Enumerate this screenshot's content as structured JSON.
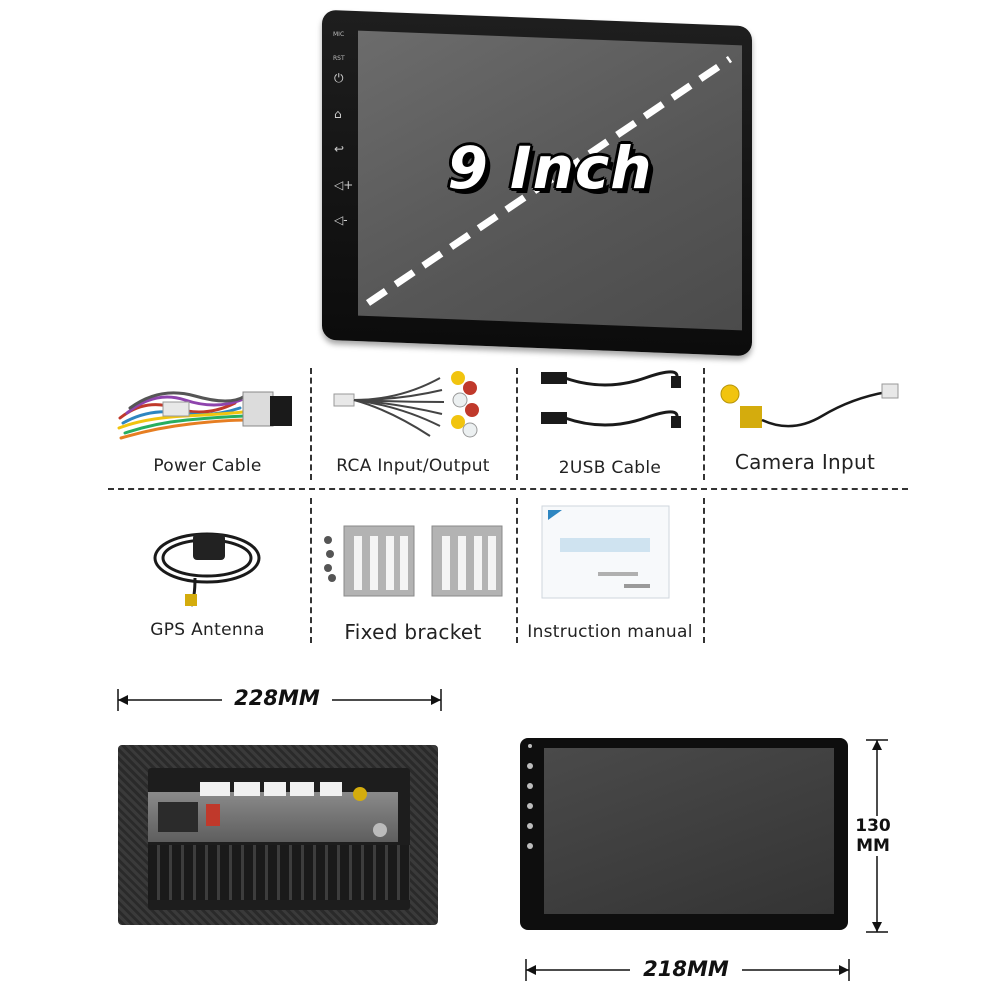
{
  "hero": {
    "title": "9 Inch",
    "side_labels": [
      "MIC",
      "RST"
    ],
    "side_icons": [
      "power-icon",
      "home-icon",
      "back-icon",
      "volume-up-icon",
      "volume-down-icon"
    ]
  },
  "accessories": [
    {
      "label": "Power Cable"
    },
    {
      "label": "RCA Input/Output"
    },
    {
      "label": "2USB  Cable"
    },
    {
      "label": "Camera  Input"
    },
    {
      "label": "GPS  Antenna"
    },
    {
      "label": "Fixed bracket"
    },
    {
      "label": "Instruction manual"
    }
  ],
  "dimensions": {
    "rear_width": "228MM",
    "front_width": "218MM",
    "front_height_value": "130",
    "front_height_unit": "MM"
  },
  "colors": {
    "bezel": "#111111",
    "screen": "#5e5e5e",
    "divider": "#333333",
    "text": "#222222"
  }
}
